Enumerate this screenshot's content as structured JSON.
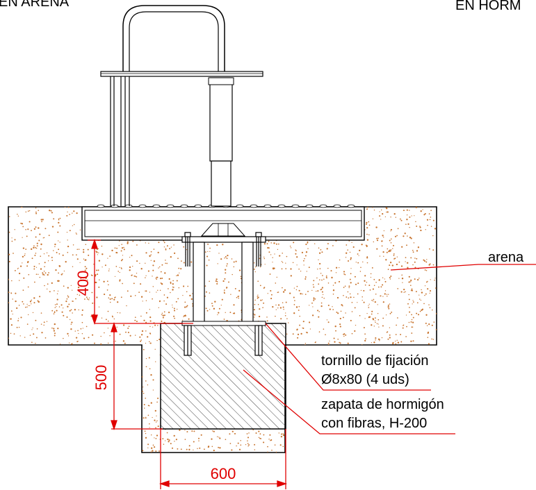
{
  "headers": {
    "left": "EN ARENA",
    "right": "EN HORM"
  },
  "dimensions": {
    "depth_sand": "400",
    "depth_footing": "500",
    "width_footing": "600"
  },
  "labels": {
    "arena": "arena",
    "bolt_line1": "tornillo de fijación",
    "bolt_line2": "Ø8x80 (4 uds)",
    "footing_line1": "zapata de hormigón",
    "footing_line2": "con fibras, H-200"
  },
  "colors": {
    "dimension": "#e00000",
    "sand_dots": "#c8742e",
    "line": "#000000",
    "hatch": "#333333"
  }
}
